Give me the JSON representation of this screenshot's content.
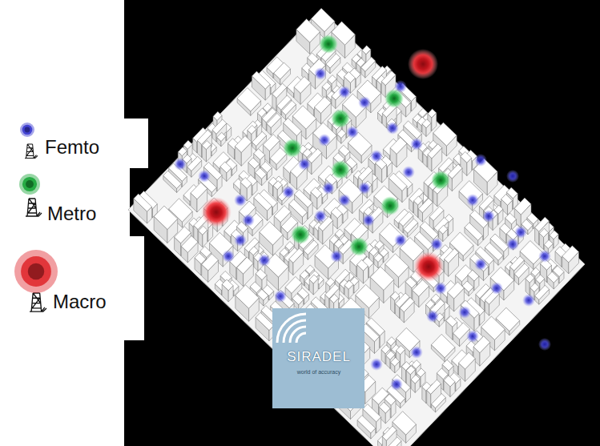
{
  "diagram": {
    "labels": [
      "SIRADEL",
      "world of accuracy"
    ],
    "legend": [
      {
        "text": "Femto",
        "color": "#3a3ad0"
      },
      {
        "text": "Metro",
        "color": "#1aa63a"
      },
      {
        "text": "Macro",
        "color": "#e02a30"
      }
    ]
  }
}
